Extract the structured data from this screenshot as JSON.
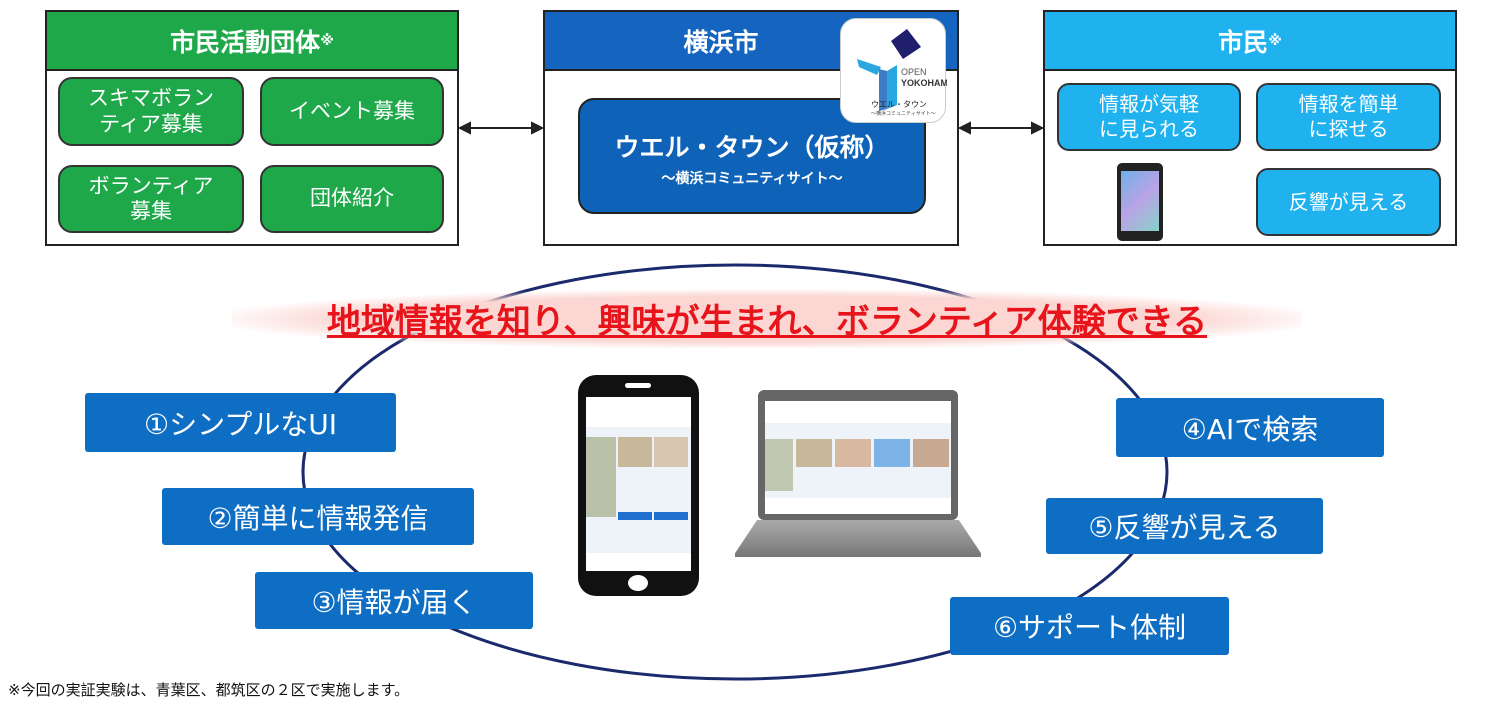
{
  "groups": {
    "title": "市民活動団体",
    "note_mark": "※",
    "items": [
      "スキマボランティア募集",
      "イベント募集",
      "ボランティア募集",
      "団体紹介"
    ]
  },
  "city": {
    "title": "横浜市",
    "site_name": "ウエル・タウン（仮称）",
    "site_sub": "～横浜コミュニティサイト～",
    "logo": {
      "line1": "OPEN",
      "line2": "YOKOHAMA",
      "line3": "ウエル・タウン(仮称)",
      "line4": "〜横浜コミュニティサイト〜"
    }
  },
  "citizens": {
    "title": "市民",
    "note_mark": "※",
    "items": [
      "情報が気軽に見られる",
      "情報を簡単に探せる",
      "反響が見える"
    ]
  },
  "headline": "地域情報を知り、興味が生まれ、ボランティア体験できる",
  "features": [
    "①シンプルなUI",
    "②簡単に情報発信",
    "③情報が届く",
    "④AIで検索",
    "⑤反響が見える",
    "⑥サポート体制"
  ],
  "footnote": "※今回の実証実験は、青葉区、都筑区の２区で実施します。",
  "colors": {
    "green": "#1fa84a",
    "blue_header": "#1565c0",
    "light_blue": "#20b2ee",
    "feature_blue": "#0e6ec4",
    "headline_red": "#e8141c"
  }
}
